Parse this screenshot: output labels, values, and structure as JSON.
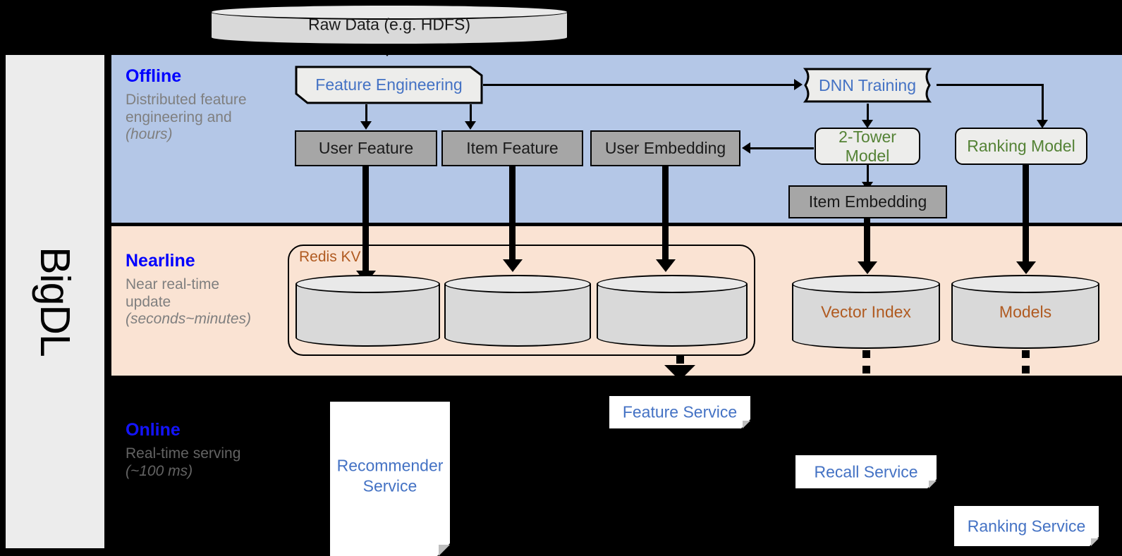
{
  "sidebar": {
    "label": "BigDL"
  },
  "bands": [
    {
      "id": "offline",
      "title": "Offline",
      "sub_line1": "Distributed feature engineering and ",
      "sub_em": "(hours)",
      "color": "#b4c7e7"
    },
    {
      "id": "nearline",
      "title": "Nearline",
      "sub_line1": "Near real-time update ",
      "sub_em": "(seconds~minutes)",
      "color": "#fae3d3"
    },
    {
      "id": "online",
      "title": "Online",
      "sub_line1": "Real-time serving ",
      "sub_em": "(~100 ms)",
      "color": "#000000"
    }
  ],
  "nodes": {
    "raw_data": "Raw Data (e.g. HDFS)",
    "feature_engineering": "Feature Engineering",
    "dnn_training": "DNN Training",
    "user_feature": "User Feature",
    "item_feature": "Item Feature",
    "user_embedding": "User Embedding",
    "two_tower_model": "2-Tower Model",
    "ranking_model": "Ranking Model",
    "item_embedding": "Item Embedding",
    "redis_kv": "Redis KV",
    "vector_index": "Vector Index",
    "models": "Models",
    "recommender_service_l1": "Recommender",
    "recommender_service_l2": "Service",
    "feature_service": "Feature Service",
    "recall_service": "Recall Service",
    "ranking_service": "Ranking Service"
  },
  "colors": {
    "offline_band": "#b4c7e7",
    "nearline_band": "#fae3d3",
    "online_band": "#000000",
    "sidebar": "#ececec",
    "title_blue": "#0000ff",
    "node_blue": "#4472c4",
    "node_green": "#548235",
    "storage_brown": "#b05a20",
    "gray_box": "#a6a6a6",
    "proc_box": "#ededeb",
    "cylinder": "#d9d9d9",
    "caption_gray": "#7f7f7f"
  }
}
